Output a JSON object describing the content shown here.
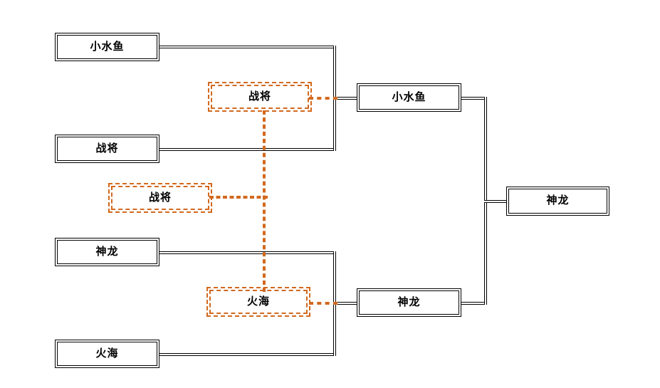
{
  "diagram": {
    "type": "tournament-bracket",
    "title": "",
    "colors": {
      "line": "#000000",
      "pending": "#D2691E",
      "background": "#FFFFFF",
      "text": "#000000"
    },
    "rounds": [
      {
        "name": "round-1",
        "entries": [
          {
            "id": "r1-1",
            "label": "小水鱼",
            "state": "confirmed"
          },
          {
            "id": "r1-2",
            "label": "战将",
            "state": "confirmed"
          },
          {
            "id": "r1-3",
            "label": "神龙",
            "state": "confirmed"
          },
          {
            "id": "r1-4",
            "label": "火海",
            "state": "confirmed"
          }
        ]
      },
      {
        "name": "round-2",
        "entries": [
          {
            "id": "r2-1",
            "label": "小水鱼",
            "state": "confirmed"
          },
          {
            "id": "r2-2",
            "label": "神龙",
            "state": "confirmed"
          }
        ]
      },
      {
        "name": "final",
        "entries": [
          {
            "id": "final-1",
            "label": "神龙",
            "state": "confirmed"
          }
        ]
      }
    ],
    "pending": [
      {
        "id": "g-1",
        "label": "战将",
        "state": "pending"
      },
      {
        "id": "g-2",
        "label": "战将",
        "state": "pending"
      },
      {
        "id": "g-3",
        "label": "火海",
        "state": "pending"
      }
    ]
  }
}
